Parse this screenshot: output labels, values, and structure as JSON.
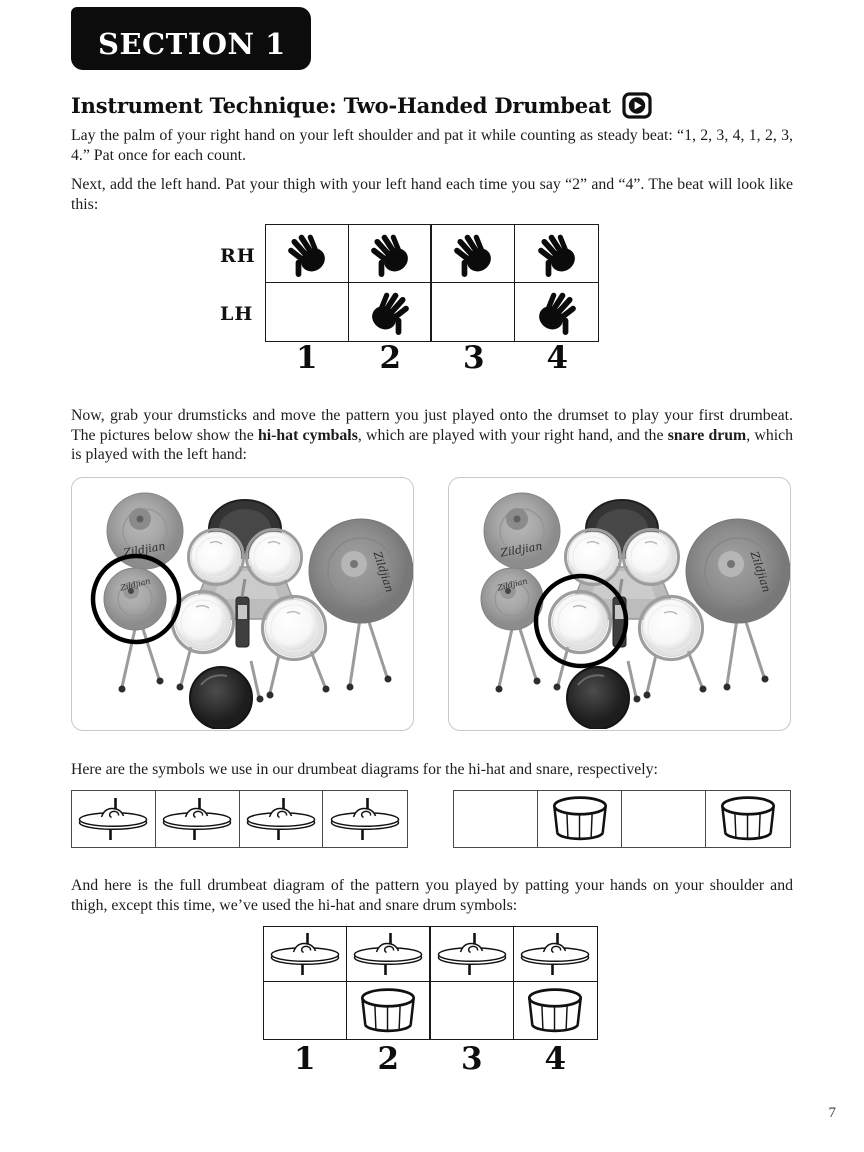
{
  "section": {
    "label": "SECTION 1"
  },
  "title": {
    "text": "Instrument Technique: Two-Handed Drumbeat",
    "icon": "video-play"
  },
  "intro": {
    "p1": "Lay the palm of your right hand on your left shoulder and pat it while counting as steady beat: “1, 2, 3, 4, 1, 2, 3, 4.” Pat once for each count.",
    "p2": "Next, add the left hand. Pat your thigh with your left hand each time you say “2” and “4”. The beat will look like this:"
  },
  "hand_table": {
    "rows": [
      {
        "label": "RH",
        "symbol": "hand-right",
        "cells": [
          1,
          1,
          1,
          1
        ]
      },
      {
        "label": "LH",
        "symbol": "hand-left",
        "cells": [
          0,
          1,
          0,
          1
        ]
      }
    ],
    "counts": [
      "1",
      "2",
      "3",
      "4"
    ]
  },
  "drumset_paragraph": {
    "part1": "Now, grab your drumsticks and move the pattern you just played onto the drumset to play your first drumbeat. The pictures below show the ",
    "bold1": "hi-hat cymbals",
    "part2": ", which are played with your right hand, and the ",
    "bold2": "snare drum",
    "part3": ", which is played with the left hand:"
  },
  "drum_figures": [
    {
      "name": "drumset-photo-hihat-circled",
      "highlight": "hi-hat"
    },
    {
      "name": "drumset-photo-snare-circled",
      "highlight": "snare"
    }
  ],
  "brand": "Zildjian",
  "symbol_key": {
    "caption": "Here are the symbols we use in our drumbeat diagrams for the hi-hat and snare, respectively:",
    "hihat": {
      "symbol": "hihat",
      "cells": [
        1,
        1,
        1,
        1
      ]
    },
    "snare": {
      "symbol": "snare",
      "cells": [
        0,
        1,
        0,
        1
      ]
    }
  },
  "full_diagram": {
    "intro": "And here is the full drumbeat diagram of the pattern you played by patting your hands on your shoulder and thigh, except this time, we’ve used the hi-hat and snare drum symbols:",
    "rows": [
      {
        "symbol": "hihat",
        "cells": [
          1,
          1,
          1,
          1
        ]
      },
      {
        "symbol": "snare",
        "cells": [
          0,
          1,
          0,
          1
        ]
      }
    ],
    "counts": [
      "1",
      "2",
      "3",
      "4"
    ]
  },
  "page_number": "7"
}
